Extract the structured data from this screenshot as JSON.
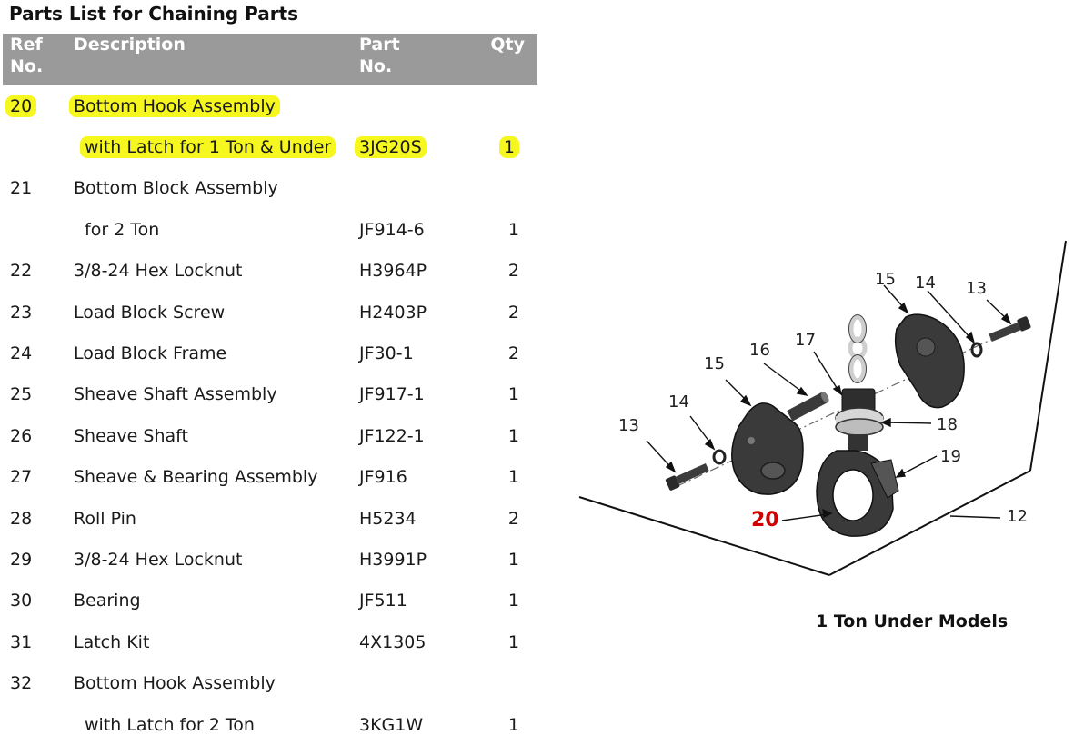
{
  "title": "Parts List for Chaining Parts",
  "headers": {
    "ref_line1": "Ref",
    "ref_line2": "No.",
    "desc": "Description",
    "part_line1": "Part",
    "part_line2": "No.",
    "qty": "Qty"
  },
  "rows": [
    {
      "ref": "20",
      "desc": "Bottom Hook Assembly",
      "part": "",
      "qty": "",
      "highlight": true
    },
    {
      "ref": "",
      "desc": "with Latch for 1 Ton & Under",
      "part": "3JG20S",
      "qty": "1",
      "highlight": true
    },
    {
      "ref": "21",
      "desc": "Bottom Block Assembly",
      "part": "",
      "qty": ""
    },
    {
      "ref": "",
      "desc": "for 2 Ton",
      "part": "JF914-6",
      "qty": "1"
    },
    {
      "ref": "22",
      "desc": "3/8-24 Hex Locknut",
      "part": "H3964P",
      "qty": "2"
    },
    {
      "ref": "23",
      "desc": "Load Block Screw",
      "part": "H2403P",
      "qty": "2"
    },
    {
      "ref": "24",
      "desc": "Load Block Frame",
      "part": "JF30-1",
      "qty": "2"
    },
    {
      "ref": "25",
      "desc": "Sheave Shaft Assembly",
      "part": "JF917-1",
      "qty": "1"
    },
    {
      "ref": "26",
      "desc": "Sheave Shaft",
      "part": "JF122-1",
      "qty": "1"
    },
    {
      "ref": "27",
      "desc": "Sheave & Bearing Assembly",
      "part": "JF916",
      "qty": "1"
    },
    {
      "ref": "28",
      "desc": "Roll Pin",
      "part": "H5234",
      "qty": "2"
    },
    {
      "ref": "29",
      "desc": "3/8-24 Hex Locknut",
      "part": "H3991P",
      "qty": "1"
    },
    {
      "ref": "30",
      "desc": "Bearing",
      "part": "JF511",
      "qty": "1"
    },
    {
      "ref": "31",
      "desc": "Latch Kit",
      "part": "4X1305",
      "qty": "1"
    },
    {
      "ref": "32",
      "desc": "Bottom Hook Assembly",
      "part": "",
      "qty": ""
    },
    {
      "ref": "",
      "desc": "with Latch for 2 Ton",
      "part": "3KG1W",
      "qty": "1"
    }
  ],
  "figure": {
    "caption": "1 Ton Under Models",
    "callouts": {
      "c12": "12",
      "c13a": "13",
      "c13b": "13",
      "c14a": "14",
      "c14b": "14",
      "c15a": "15",
      "c15b": "15",
      "c16": "16",
      "c17": "17",
      "c18": "18",
      "c19": "19",
      "c20": "20"
    }
  },
  "colors": {
    "header_bg": "#9a9a9a",
    "highlight": "#f6f71f",
    "callout_emphasis": "#d10000"
  }
}
